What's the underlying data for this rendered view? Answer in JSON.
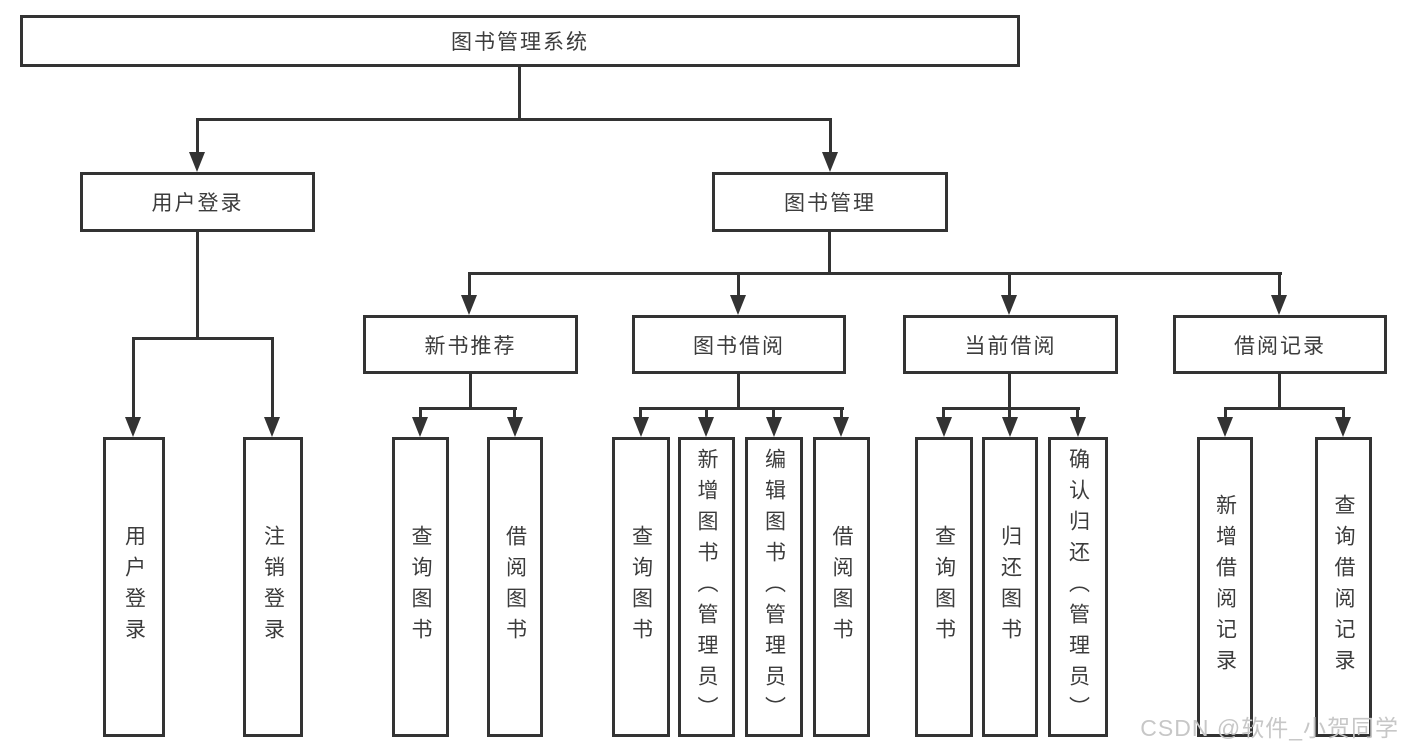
{
  "diagram_type": "hierarchy-functional-structure",
  "colors": {
    "background": "#ffffff",
    "line": "#333333",
    "text": "#3c3c3c",
    "box_fill": "#ffffff",
    "watermark": "#c7c7c7"
  },
  "watermark": {
    "text": "CSDN @软件_小贺同学"
  },
  "tree": {
    "label": "图书管理系统",
    "children": [
      {
        "label": "用户登录",
        "children": [
          {
            "label": "用户登录"
          },
          {
            "label": "注销登录"
          }
        ]
      },
      {
        "label": "图书管理",
        "children": [
          {
            "label": "新书推荐",
            "children": [
              {
                "label": "查询图书"
              },
              {
                "label": "借阅图书"
              }
            ]
          },
          {
            "label": "图书借阅",
            "children": [
              {
                "label": "查询图书"
              },
              {
                "label": "新增图书（管理员）"
              },
              {
                "label": "编辑图书（管理员）"
              },
              {
                "label": "借阅图书"
              }
            ]
          },
          {
            "label": "当前借阅",
            "children": [
              {
                "label": "查询图书"
              },
              {
                "label": "归还图书"
              },
              {
                "label": "确认归还（管理员）"
              }
            ]
          },
          {
            "label": "借阅记录",
            "children": [
              {
                "label": "新增借阅记录"
              },
              {
                "label": "查询借阅记录"
              }
            ]
          }
        ]
      }
    ]
  }
}
